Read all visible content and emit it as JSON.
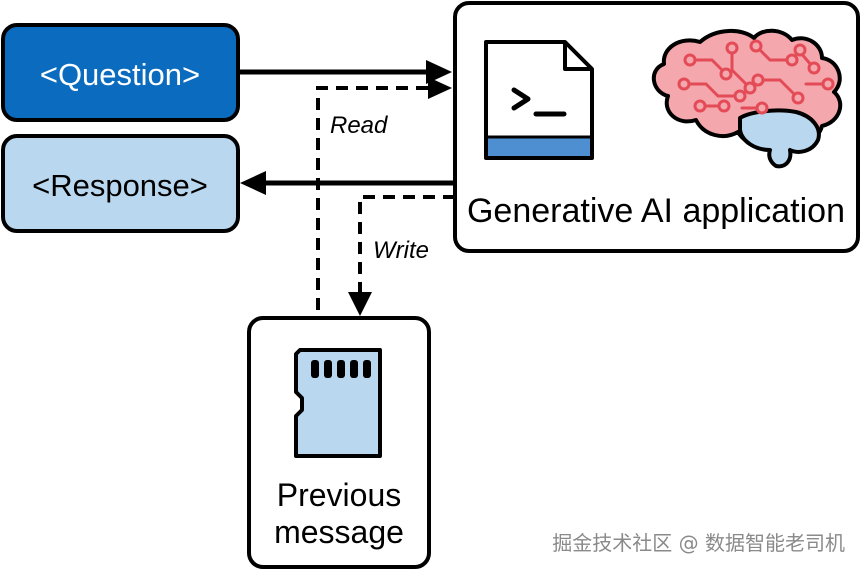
{
  "nodes": {
    "question": {
      "label": "<Question>"
    },
    "response": {
      "label": "<Response>"
    },
    "app": {
      "label": "Generative AI application"
    },
    "memory": {
      "line1": "Previous",
      "line2": "message"
    }
  },
  "edges": {
    "read": {
      "label": "Read"
    },
    "write": {
      "label": "Write"
    }
  },
  "watermark": "掘金技术社区 @ 数据智能老司机",
  "colors": {
    "question_fill": "#0b6cbf",
    "response_fill": "#b9d8ef",
    "sdcard_fill": "#b9d8ef",
    "terminal_bar": "#4d8fd1",
    "brain_pink": "#f5a7ae",
    "brain_circuit": "#e34b57",
    "stroke": "#000000"
  }
}
